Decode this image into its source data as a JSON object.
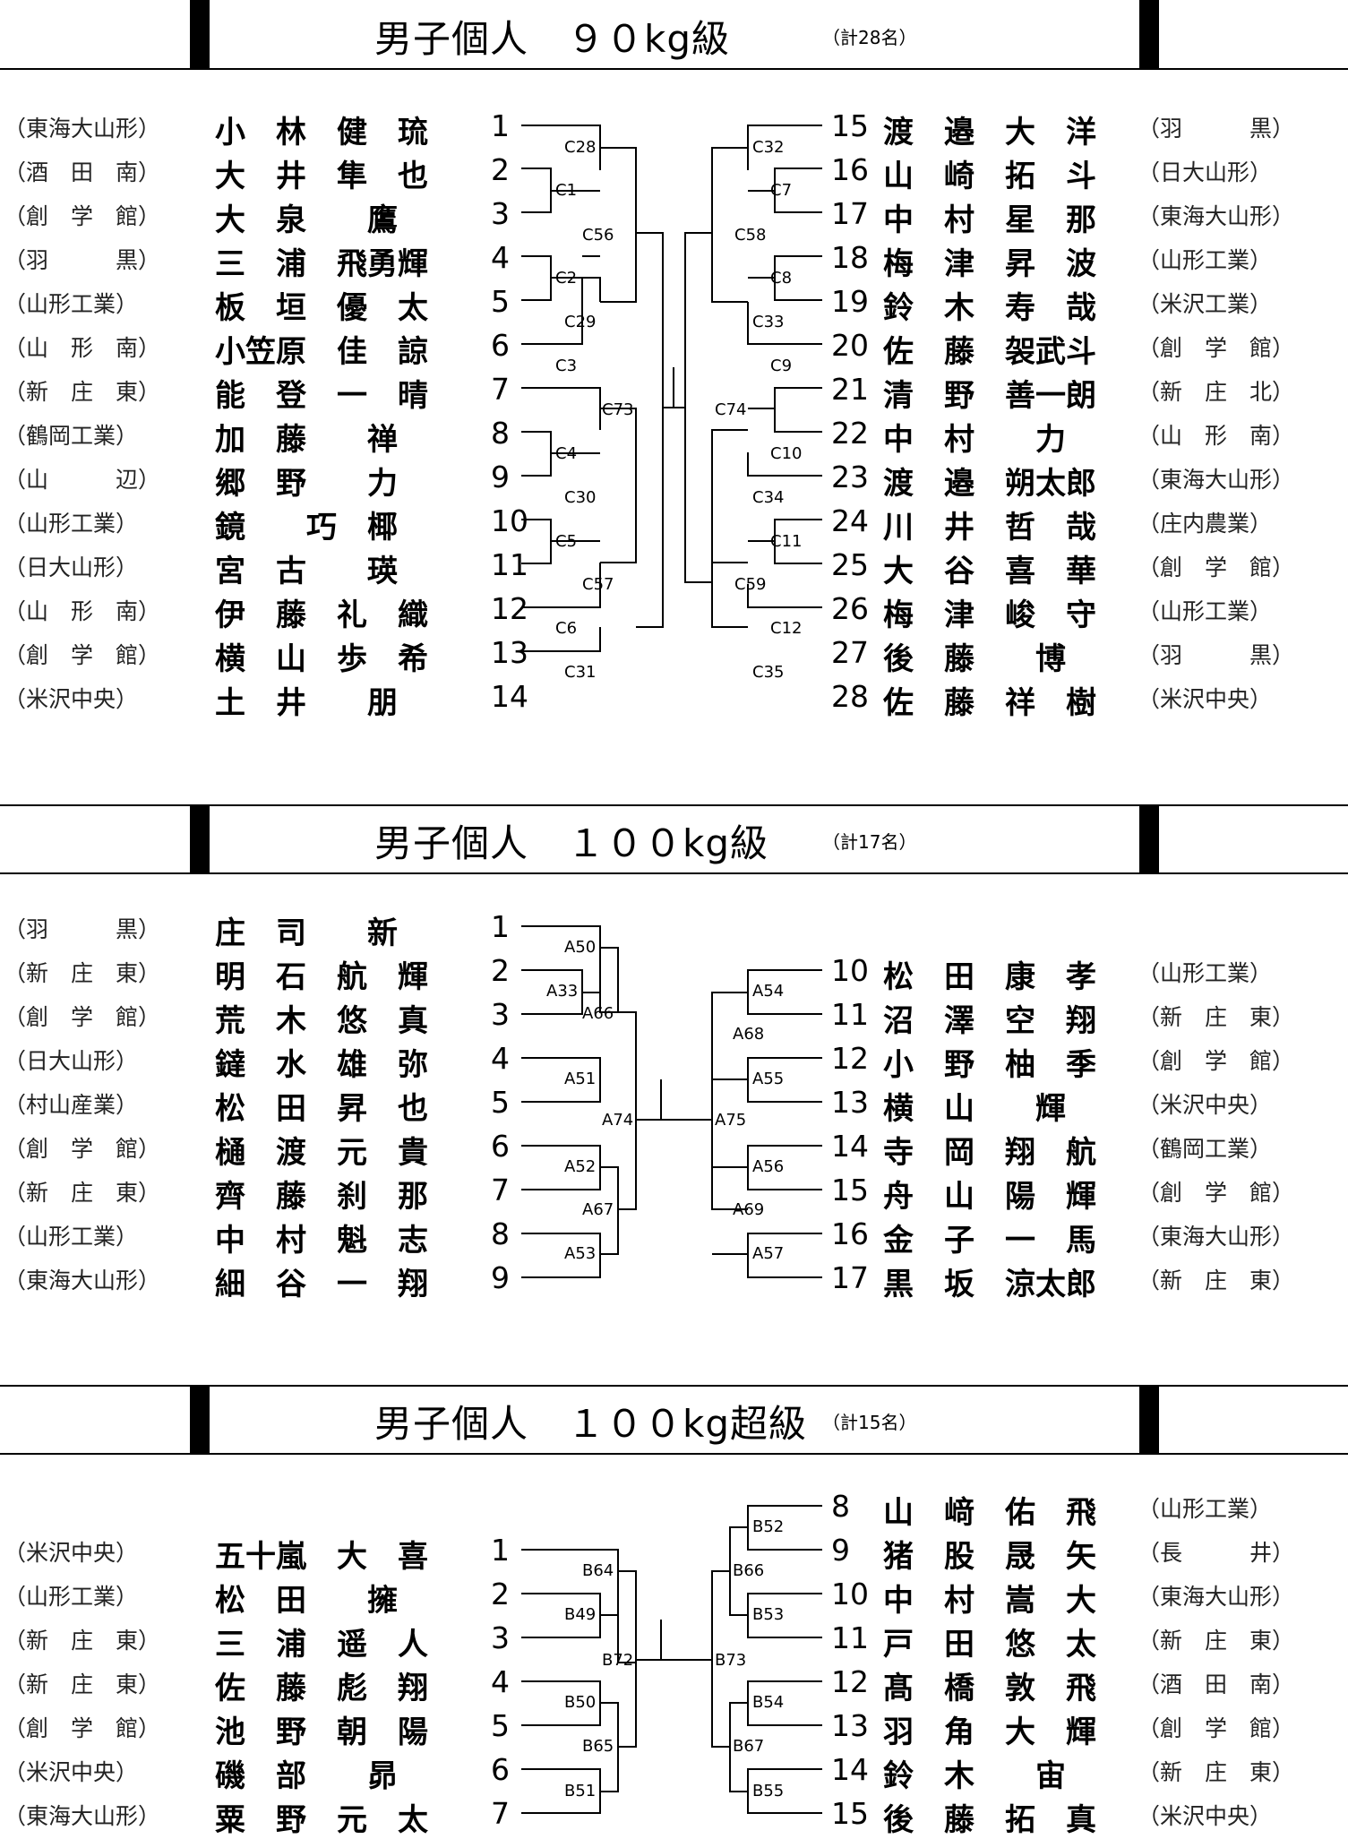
{
  "sections": [
    {
      "title": "男子個人　９０kg級",
      "count": "（計28名）",
      "left": [
        {
          "school": "（東海大山形）",
          "name": "小　林　健　琉",
          "num": "1"
        },
        {
          "school": "（酒　田　南）",
          "name": "大　井　隼　也",
          "num": "2"
        },
        {
          "school": "（創　学　館）",
          "name": "大　泉　　鷹",
          "num": "3"
        },
        {
          "school": "（羽　　　黒）",
          "name": "三　浦　飛勇輝",
          "num": "4"
        },
        {
          "school": "（山形工業）",
          "name": "板　垣　優　太",
          "num": "5"
        },
        {
          "school": "（山　形　南）",
          "name": "小笠原　佳　諒",
          "num": "6"
        },
        {
          "school": "（新　庄　東）",
          "name": "能　登　一　晴",
          "num": "7"
        },
        {
          "school": "（鶴岡工業）",
          "name": "加　藤　　禅",
          "num": "8"
        },
        {
          "school": "（山　　　辺）",
          "name": "郷　野　　力",
          "num": "9"
        },
        {
          "school": "（山形工業）",
          "name": "鏡　　巧　椰",
          "num": "10"
        },
        {
          "school": "（日大山形）",
          "name": "宮　古　　瑛",
          "num": "11"
        },
        {
          "school": "（山　形　南）",
          "name": "伊　藤　礼　織",
          "num": "12"
        },
        {
          "school": "（創　学　館）",
          "name": "横　山　歩　希",
          "num": "13"
        },
        {
          "school": "（米沢中央）",
          "name": "土　井　　朋",
          "num": "14"
        }
      ],
      "right": [
        {
          "school": "（羽　　　黒）",
          "name": "渡　邉　大　洋",
          "num": "15"
        },
        {
          "school": "（日大山形）",
          "name": "山　崎　拓　斗",
          "num": "16"
        },
        {
          "school": "（東海大山形）",
          "name": "中　村　星　那",
          "num": "17"
        },
        {
          "school": "（山形工業）",
          "name": "梅　津　昇　波",
          "num": "18"
        },
        {
          "school": "（米沢工業）",
          "name": "鈴　木　寿　哉",
          "num": "19"
        },
        {
          "school": "（創　学　館）",
          "name": "佐　藤　袈武斗",
          "num": "20"
        },
        {
          "school": "（新　庄　北）",
          "name": "清　野　善一朗",
          "num": "21"
        },
        {
          "school": "（山　形　南）",
          "name": "中　村　　力",
          "num": "22"
        },
        {
          "school": "（東海大山形）",
          "name": "渡　邉　朔太郎",
          "num": "23"
        },
        {
          "school": "（庄内農業）",
          "name": "川　井　哲　哉",
          "num": "24"
        },
        {
          "school": "（創　学　館）",
          "name": "大　谷　喜　華",
          "num": "25"
        },
        {
          "school": "（山形工業）",
          "name": "梅　津　峻　守",
          "num": "26"
        },
        {
          "school": "（羽　　　黒）",
          "name": "後　藤　　博",
          "num": "27"
        },
        {
          "school": "（米沢中央）",
          "name": "佐　藤　祥　樹",
          "num": "28"
        }
      ],
      "labels": [
        "C28",
        "C1",
        "C56",
        "C2",
        "C29",
        "C3",
        "C73",
        "C4",
        "C30",
        "C5",
        "C57",
        "C6",
        "C31",
        "C32",
        "C7",
        "C58",
        "C8",
        "C33",
        "C9",
        "C74",
        "C10",
        "C34",
        "C11",
        "C59",
        "C12",
        "C35"
      ]
    },
    {
      "title": "男子個人　１００kg級",
      "count": "（計17名）",
      "left": [
        {
          "school": "（羽　　　黒）",
          "name": "庄　司　　新",
          "num": "1"
        },
        {
          "school": "（新　庄　東）",
          "name": "明　石　航　輝",
          "num": "2"
        },
        {
          "school": "（創　学　館）",
          "name": "荒　木　悠　真",
          "num": "3"
        },
        {
          "school": "（日大山形）",
          "name": "鐽　水　雄　弥",
          "num": "4"
        },
        {
          "school": "（村山産業）",
          "name": "松　田　昇　也",
          "num": "5"
        },
        {
          "school": "（創　学　館）",
          "name": "樋　渡　元　貴",
          "num": "6"
        },
        {
          "school": "（新　庄　東）",
          "name": "齊　藤　刹　那",
          "num": "7"
        },
        {
          "school": "（山形工業）",
          "name": "中　村　魁　志",
          "num": "8"
        },
        {
          "school": "（東海大山形）",
          "name": "細　谷　一　翔",
          "num": "9"
        }
      ],
      "right": [
        {
          "school": "（山形工業）",
          "name": "松　田　康　孝",
          "num": "10"
        },
        {
          "school": "（新　庄　東）",
          "name": "沼　澤　空　翔",
          "num": "11"
        },
        {
          "school": "（創　学　館）",
          "name": "小　野　柚　季",
          "num": "12"
        },
        {
          "school": "（米沢中央）",
          "name": "横　山　　輝",
          "num": "13"
        },
        {
          "school": "（鶴岡工業）",
          "name": "寺　岡　翔　航",
          "num": "14"
        },
        {
          "school": "（創　学　館）",
          "name": "舟　山　陽　輝",
          "num": "15"
        },
        {
          "school": "（東海大山形）",
          "name": "金　子　一　馬",
          "num": "16"
        },
        {
          "school": "（新　庄　東）",
          "name": "黒　坂　涼太郎",
          "num": "17"
        }
      ],
      "labels": [
        "A50",
        "A33",
        "A66",
        "A51",
        "A74",
        "A52",
        "A67",
        "A53",
        "A54",
        "A68",
        "A55",
        "A75",
        "A56",
        "A69",
        "A57"
      ]
    },
    {
      "title": "男子個人　１００kg超級",
      "count": "（計15名）",
      "left": [
        {
          "school": "（米沢中央）",
          "name": "五十嵐　大　喜",
          "num": "1"
        },
        {
          "school": "（山形工業）",
          "name": "松　田　　擁",
          "num": "2"
        },
        {
          "school": "（新　庄　東）",
          "name": "三　浦　遥　人",
          "num": "3"
        },
        {
          "school": "（新　庄　東）",
          "name": "佐　藤　彪　翔",
          "num": "4"
        },
        {
          "school": "（創　学　館）",
          "name": "池　野　朝　陽",
          "num": "5"
        },
        {
          "school": "（米沢中央）",
          "name": "磯　部　　昴",
          "num": "6"
        },
        {
          "school": "（東海大山形）",
          "name": "粟　野　元　太",
          "num": "7"
        }
      ],
      "right": [
        {
          "school": "（山形工業）",
          "name": "山　﨑　佑　飛",
          "num": "8"
        },
        {
          "school": "（長　　　井）",
          "name": "猪　股　晟　矢",
          "num": "9"
        },
        {
          "school": "（東海大山形）",
          "name": "中　村　嵩　大",
          "num": "10"
        },
        {
          "school": "（新　庄　東）",
          "name": "戸　田　悠　太",
          "num": "11"
        },
        {
          "school": "（酒　田　南）",
          "name": "髙　橋　敦　飛",
          "num": "12"
        },
        {
          "school": "（創　学　館）",
          "name": "羽　角　大　輝",
          "num": "13"
        },
        {
          "school": "（新　庄　東）",
          "name": "鈴　木　　宙",
          "num": "14"
        },
        {
          "school": "（米沢中央）",
          "name": "後　藤　拓　真",
          "num": "15"
        }
      ],
      "labels": [
        "B64",
        "B49",
        "B72",
        "B50",
        "B65",
        "B51",
        "B52",
        "B66",
        "B53",
        "B73",
        "B54",
        "B67",
        "B55"
      ]
    }
  ]
}
